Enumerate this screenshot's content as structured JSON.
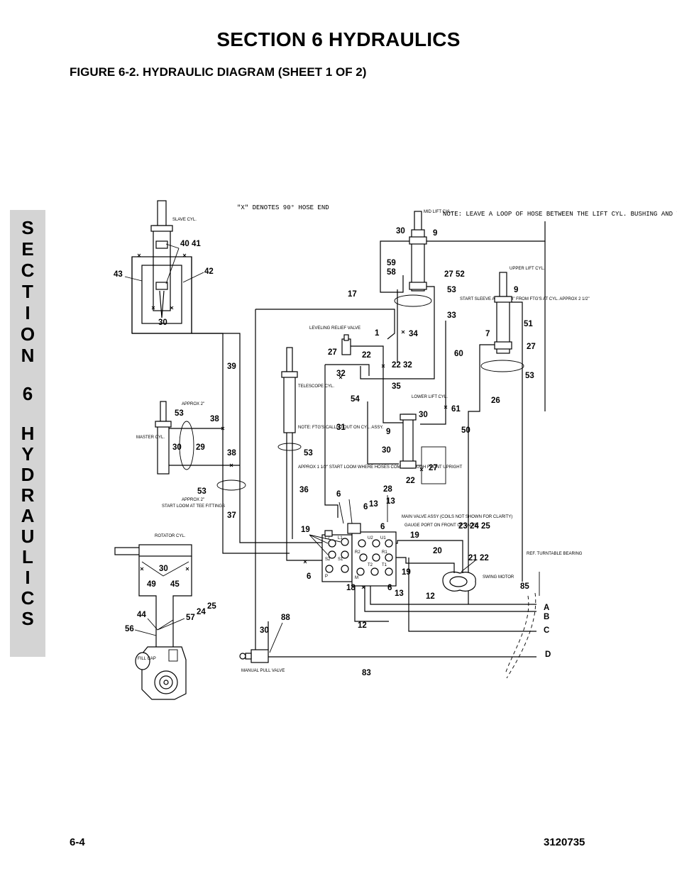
{
  "header": {
    "section_title": "SECTION 6  HYDRAULICS",
    "figure_title": "FIGURE 6-2.    HYDRAULIC DIAGRAM (SHEET 1 OF 2)"
  },
  "side_tab": {
    "letters": [
      "S",
      "E",
      "C",
      "T",
      "I",
      "O",
      "N",
      "",
      "6",
      "",
      "H",
      "Y",
      "D",
      "R",
      "A",
      "U",
      "L",
      "I",
      "C",
      "S"
    ]
  },
  "footer": {
    "page_number": "6-4",
    "doc_number": "3120735"
  },
  "diagram": {
    "notes": {
      "hose_end": "\"X\" DENOTES 90° HOSE END",
      "loop_hose": "NOTE: LEAVE A LOOP OF HOSE BETWEEN THE LIFT CYL. BUSHING AND THE UPRIGHT BACK PLATE. APPROX 2 1/2\" BELOW THE LIFT CYL. BUSHING",
      "start_sleeve": "START SLEEVE APPROX 4\" FROM FTG'S AT CYL. APPROX 2 1/2\"",
      "fittings_note": "NOTE: FTG'S CALLED OUT ON CYL. ASSY.",
      "approx_1_half": "APPROX 1 1/2\" START LOOM WHERE HOSES COME THROUGH FRONT UPRIGHT",
      "main_valve": "MAIN VALVE ASSY (COILS NOT SHOWN FOR CLARITY)",
      "gauge_port": "GAUGE PORT ON FRONT OF VALVE",
      "approx2_top": "APPROX 2\"",
      "approx2_bottom": "APPROX 2\"",
      "start_loom": "START LOOM AT TEE FITTINGS"
    },
    "components": {
      "slave_cyl": "SLAVE CYL.",
      "mid_lift_cyl": "MID LIFT CYL.",
      "upper_lift_cyl": "UPPER LIFT CYL.",
      "leveling_relief_valve": "LEVELING RELIEF VALVE",
      "telescope_cyl": "TELESCOPE CYL.",
      "lower_lift_cyl": "LOWER LIFT CYL.",
      "master_cyl": "MASTER CYL.",
      "rotator_cyl": "ROTATOR CYL.",
      "swing_motor": "SWING MOTOR",
      "turntable_bearing": "REF. TURNTABLE BEARING",
      "manual_pull_valve": "MANUAL PULL VALVE",
      "fill_cap": "FILL CAP"
    },
    "valve_ports": [
      "L1",
      "L2",
      "U2",
      "U1",
      "R2",
      "R1",
      "S2",
      "S1",
      "T2",
      "T1",
      "P",
      "M"
    ],
    "callouts": {
      "c40_41": "40 41",
      "c43": "43",
      "c42": "42",
      "c30_top": "30",
      "c39": "39",
      "c53_master": "53",
      "c38_a": "38",
      "c30_master": "30",
      "c29": "29",
      "c38_b": "38",
      "c53_loom": "53",
      "c37": "37",
      "c30_mid": "30",
      "c9_mid": "9",
      "c59": "59",
      "c58": "58",
      "c27_52": "27 52",
      "c53_mid": "53",
      "c33": "33",
      "c17": "17",
      "c1": "1",
      "c34": "34",
      "c27_lev": "27",
      "c22_lev": "22",
      "c32": "32",
      "c22_32": "22 32",
      "c60": "60",
      "c9_up": "9",
      "c51": "51",
      "c7": "7",
      "c27_up": "27",
      "c53_up": "53",
      "c26": "26",
      "c35": "35",
      "c54": "54",
      "c31": "31",
      "c53_tel": "53",
      "c36": "36",
      "c30_low": "30",
      "c9_low": "9",
      "c61": "61",
      "c50": "50",
      "c30_low2": "30",
      "c27_low": "27",
      "c22_low": "22",
      "c28": "28",
      "c6_a": "6",
      "c6_b": "6",
      "c13_a": "13",
      "c6_c": "6",
      "c23_24_25": "23 24 25",
      "c19_a": "19",
      "c19_b": "19",
      "c20": "20",
      "c21_22": "21 22",
      "c6_d": "6",
      "c19_c": "19",
      "c18": "18",
      "c6_e": "6",
      "c13_b": "13",
      "c12_a": "12",
      "c85": "85",
      "c12_b": "12",
      "c88": "88",
      "c30_mpv": "30",
      "c83": "83",
      "c30_rot": "30",
      "c49": "49",
      "c45": "45",
      "c44": "44",
      "c57": "57",
      "c24": "24",
      "c25": "25",
      "c56": "56",
      "line_a": "A",
      "line_b": "B",
      "line_c": "C",
      "line_d": "D"
    }
  }
}
